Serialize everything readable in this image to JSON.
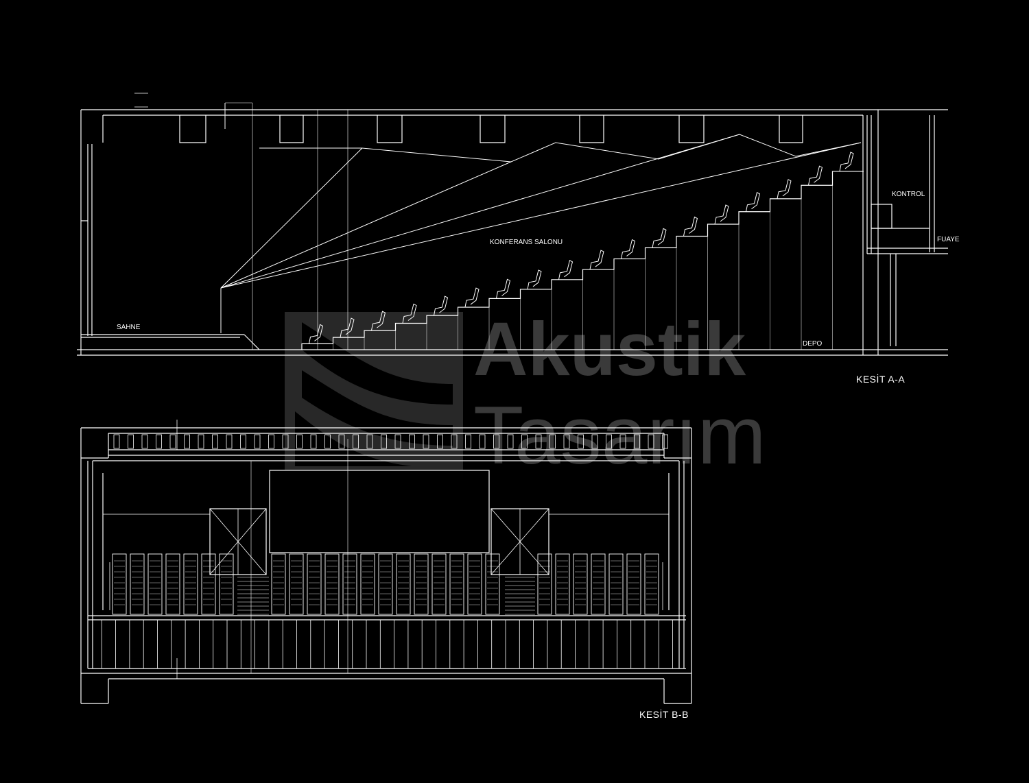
{
  "labels": {
    "sahne": "SAHNE",
    "konferans_salonu": "KONFERANS SALONU",
    "kontrol": "KONTROL",
    "fuaye": "FUAYE",
    "depo": "DEPO",
    "section_aa": "KESİT A-A",
    "section_bb": "KESİT B-B"
  },
  "watermark": {
    "line1": "Akustik",
    "line2": "Tasarım",
    "color": "#3a3a3a"
  },
  "colors": {
    "background": "#000000",
    "lines": "#ffffff"
  }
}
